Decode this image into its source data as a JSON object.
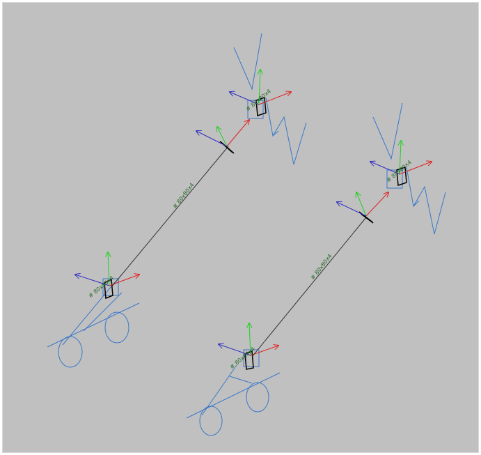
{
  "viewport": {
    "background": "#c0c0c0",
    "colors": {
      "x_axis": "#e02020",
      "y_axis": "#20d020",
      "z_axis": "#3030c0",
      "geometry": "#3a78c8",
      "link": "#303030",
      "joint": "#000000",
      "member_label": "#2a6a2a"
    }
  },
  "assemblies": [
    {
      "member_label": "# 80x80x4",
      "base_label": "# 80x80x4",
      "top_label": "# 80x80x4"
    },
    {
      "member_label": "# 80x80x4",
      "base_label": "# 80x80x4",
      "top_label": "# 80x80x4"
    }
  ]
}
